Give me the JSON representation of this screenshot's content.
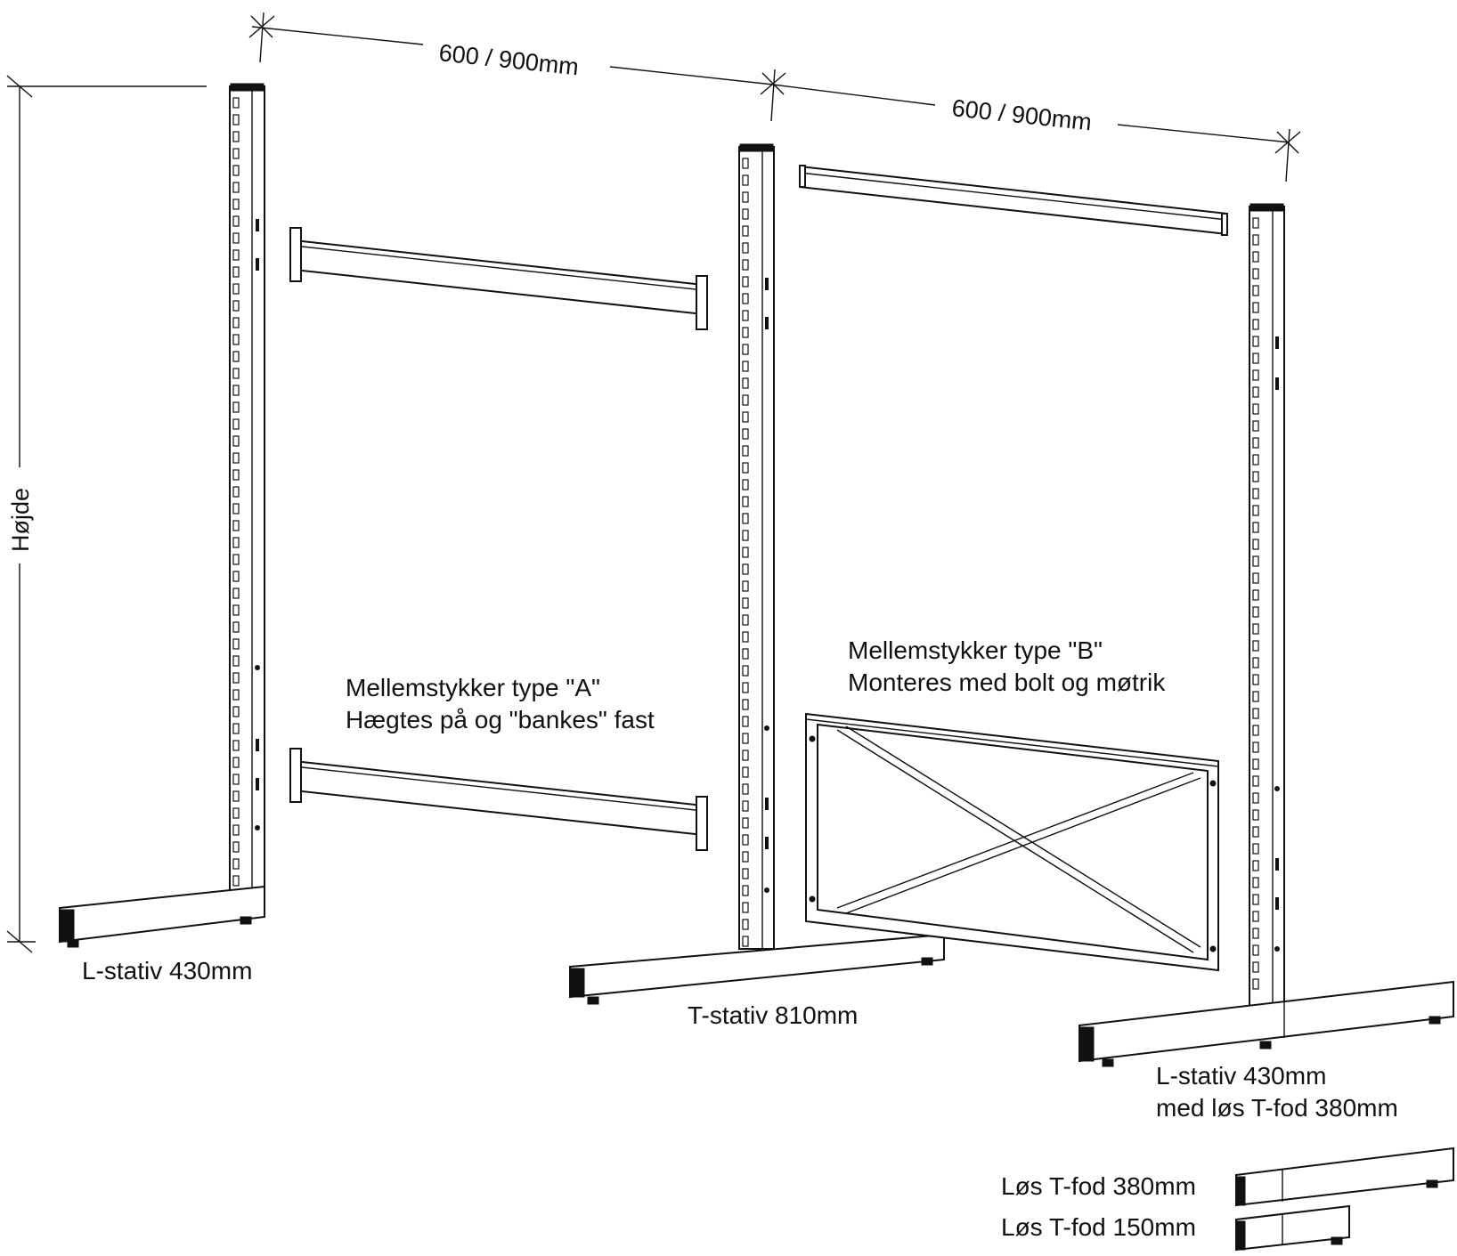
{
  "labels": {
    "l_stand_left": "L-stativ 430mm",
    "t_stand": "T-stativ 810mm",
    "l_stand_right_1": "L-stativ 430mm",
    "l_stand_right_2": "med løs T-fod 380mm",
    "type_a_1": "Mellemstykker type \"A\"",
    "type_a_2": "Hægtes på og \"bankes\" fast",
    "type_b_1": "Mellemstykker type \"B\"",
    "type_b_2": "Monteres med bolt og møtrik",
    "loose_foot_380": "Løs T-fod 380mm",
    "loose_foot_150": "Løs T-fod 150mm"
  },
  "dimensions": {
    "width_1": "600 / 900mm",
    "width_2": "600 / 900mm",
    "height": "Højde"
  },
  "colors": {
    "line": "#111111",
    "background": "#ffffff"
  }
}
